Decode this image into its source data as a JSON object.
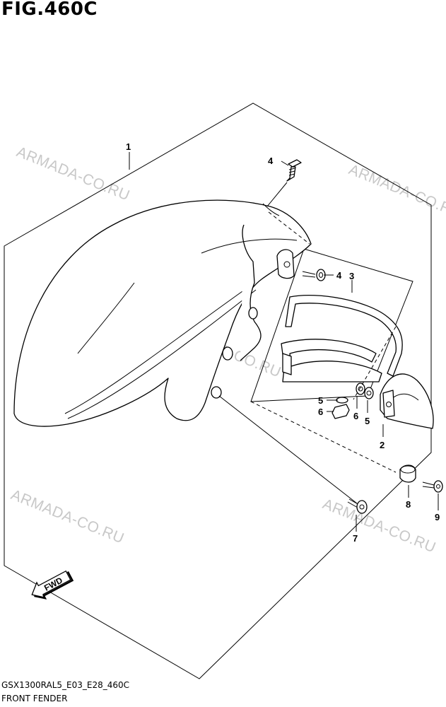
{
  "figure": {
    "title": "FIG.460C"
  },
  "footer": {
    "code": "GSX1300RAL5_E03_E28_460C",
    "caption": "FRONT FENDER"
  },
  "watermark": "ARMADA-CO.RU",
  "fwd_arrow": {
    "label": "FWD"
  },
  "callouts": {
    "c1": "1",
    "c2": "2",
    "c3": "3",
    "c4_top": "4",
    "c4_mid": "4",
    "c5_left": "5",
    "c5_right": "5",
    "c6_left": "6",
    "c6_right": "6",
    "c7": "7",
    "c8": "8",
    "c9": "9"
  }
}
